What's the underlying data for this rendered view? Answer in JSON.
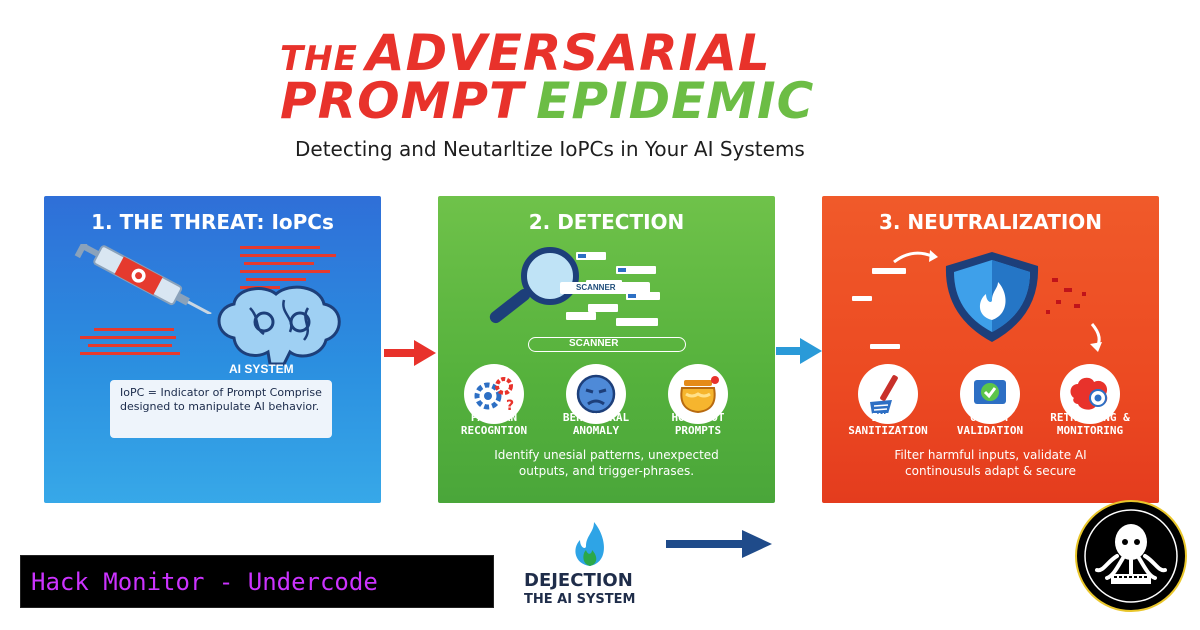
{
  "header": {
    "title_the": "THE",
    "title_adversarial": "ADVERSARIAL",
    "title_prompt": "PROMPT",
    "title_epidemic": "EPIDEMIC",
    "subtitle": "Detecting and Neutarltize IoPCs in Your AI Systems"
  },
  "panels": [
    {
      "title": "1. THE THREAT: IoPCs",
      "ai_label": "AI SYSTEM",
      "definition": "IoPC = Indicator of Prompt Comprise designed to manipulate AI behavior.",
      "icons": [
        "syringe-icon",
        "brain-icon"
      ]
    },
    {
      "title": "2. DETECTION",
      "scanner_top": "SCANNER",
      "scanner": "SCANNER",
      "items": [
        {
          "label1": "PATTERN",
          "label2": "RECOGNTION",
          "icon": "gears-icon"
        },
        {
          "label1": "BEHAVIORAL",
          "label2": "ANOMALY",
          "icon": "face-icon"
        },
        {
          "label1": "HONEYPOT",
          "label2": "PROMPTS",
          "icon": "honeypot-icon"
        }
      ],
      "desc1": "Identify unesial patterns, unexpected",
      "desc2": "outputs, and trigger-phrases."
    },
    {
      "title": "3. NEUTRALIZATION",
      "items": [
        {
          "label1": "INPUT",
          "label2": "SANITIZATION",
          "icon": "broom-icon"
        },
        {
          "label1": "OUTPUT",
          "label2": "VALIDATION",
          "icon": "check-icon"
        },
        {
          "label1": "RETRAINING &",
          "label2": "MONITORING",
          "icon": "brain-eye-icon"
        }
      ],
      "desc1": "Filter harmful inputs, validate AI",
      "desc2": "continousuls adapt & secure"
    }
  ],
  "footer": {
    "brand": "Hack Monitor - Undercode",
    "bottom_line1": "DEJECTION",
    "bottom_line2": "THE AI SYSTEM"
  },
  "colors": {
    "red": "#e8322b",
    "green": "#6cbd45",
    "blue_panel": "#2b8fe0",
    "green_panel": "#55b13c",
    "orange_panel": "#ec4a22",
    "brand_text": "#cc33ff"
  }
}
